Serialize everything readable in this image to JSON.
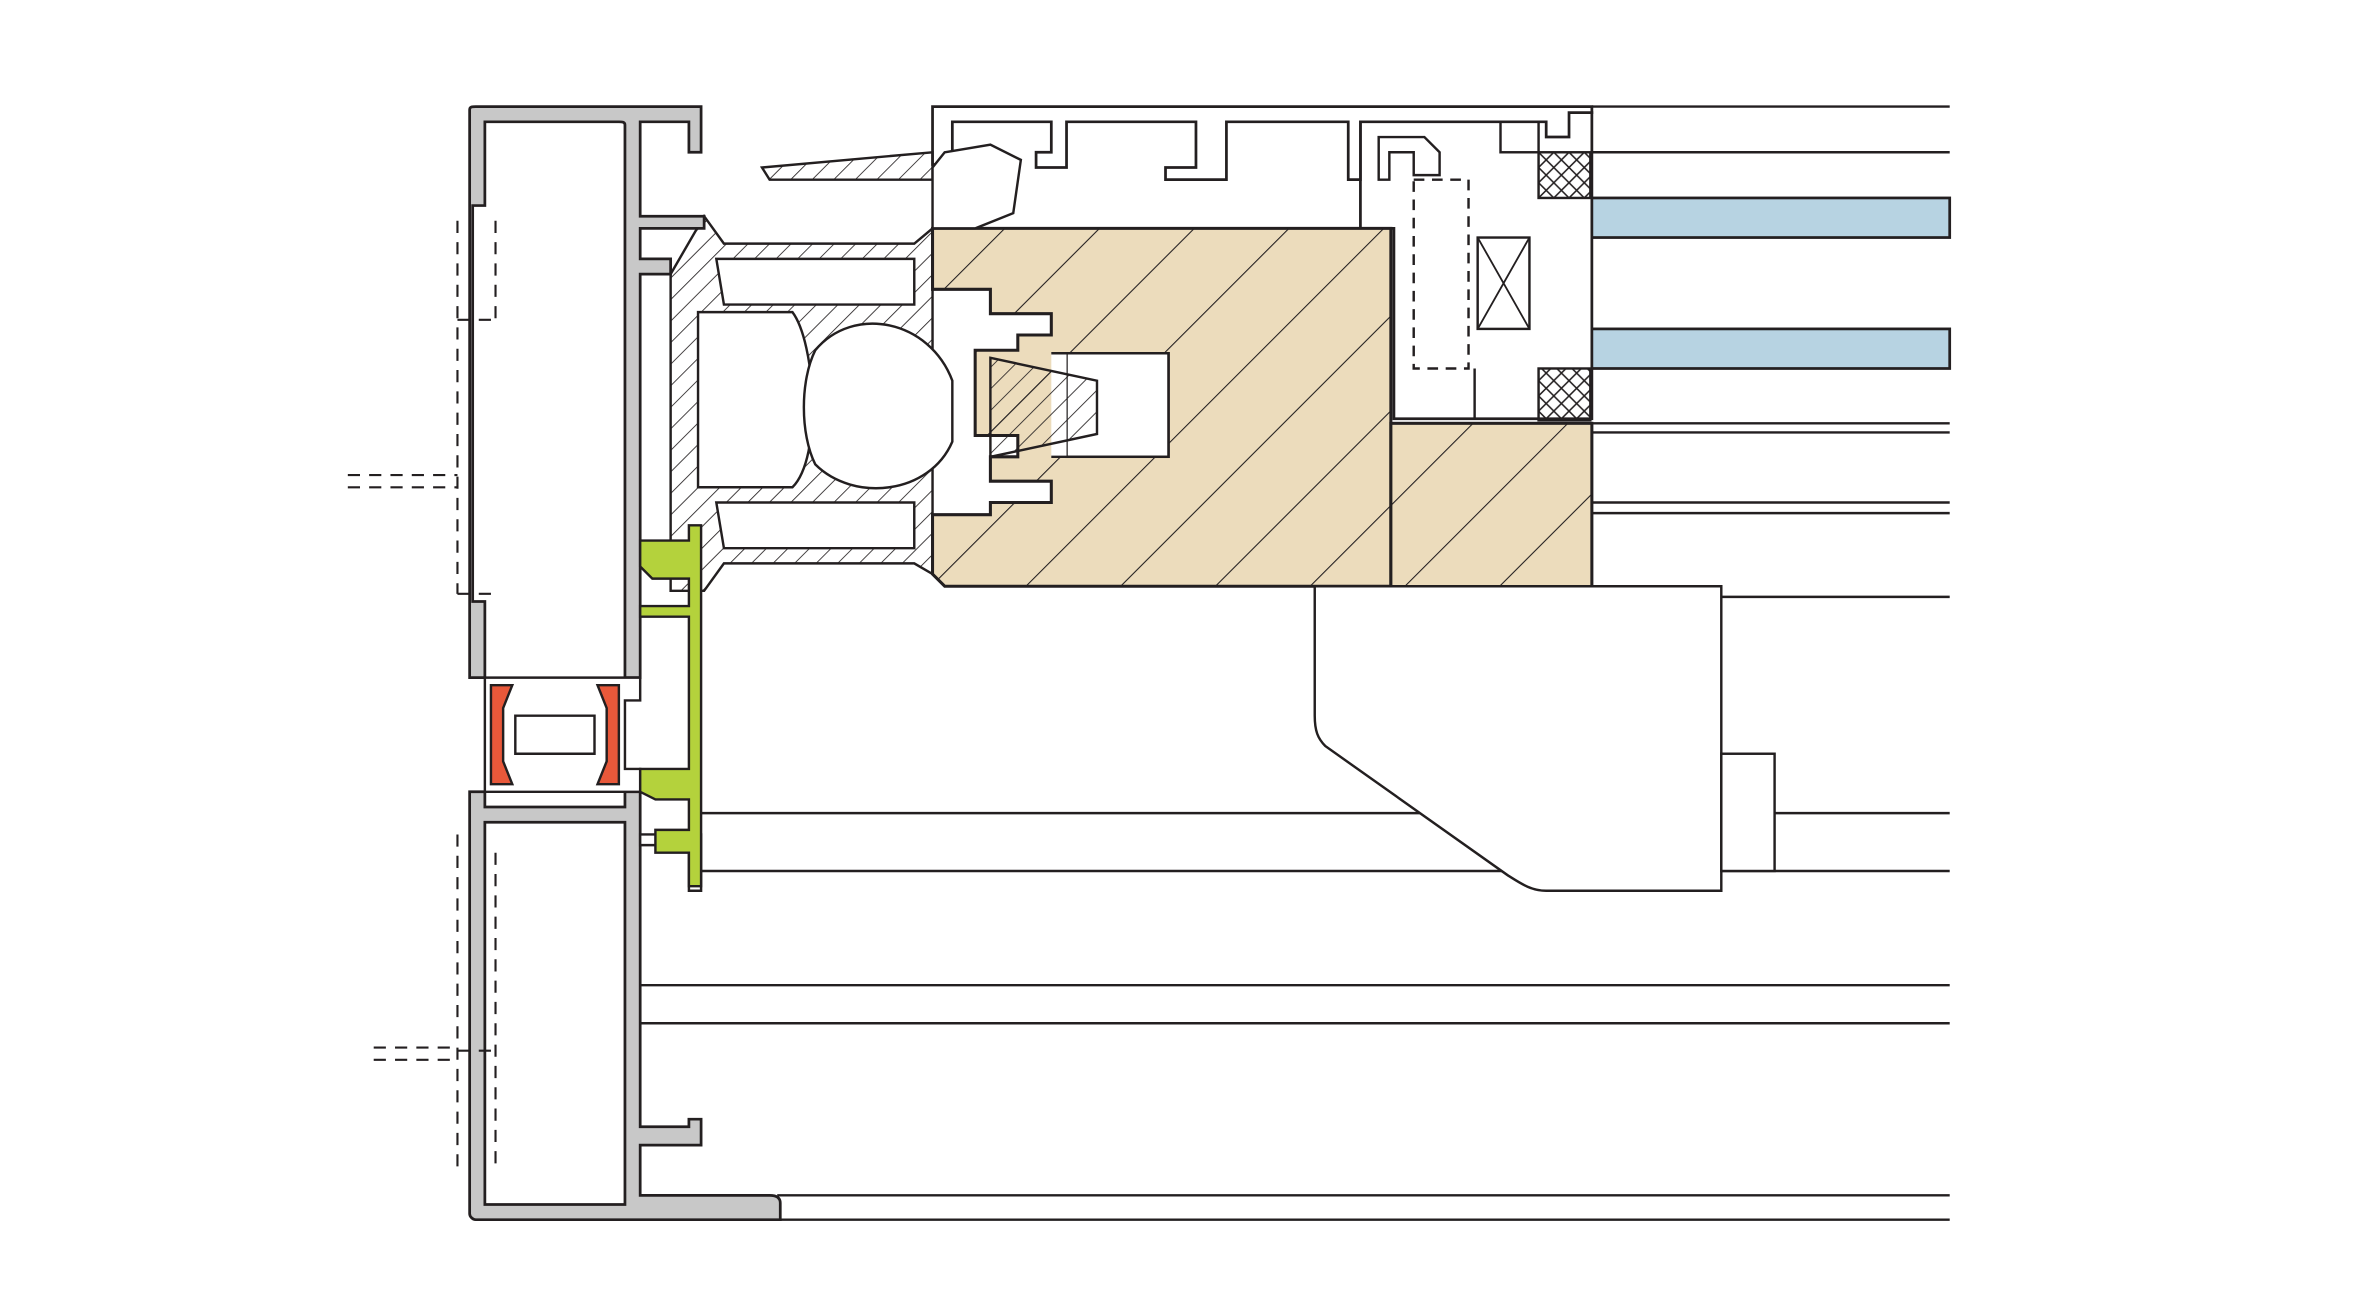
{
  "diagram": {
    "subject": "window-frame-cross-section",
    "components": [
      {
        "id": "aluminium-outer-frame",
        "fill": "#c8c8c8"
      },
      {
        "id": "thermal-break",
        "fill": "#e8583a"
      },
      {
        "id": "glazing-adapter",
        "fill": "#b4d23c"
      },
      {
        "id": "wood-sash",
        "fill": "#ecdcbc"
      },
      {
        "id": "glass-pane",
        "fill": "#b7d3e2"
      },
      {
        "id": "spacer-bar",
        "fill": "#ffffff"
      },
      {
        "id": "seal-gasket",
        "fill": "#ffffff"
      },
      {
        "id": "fixing-bracket",
        "fill": "#ffffff"
      }
    ],
    "stroke": "#231f20",
    "background": "#ffffff"
  }
}
